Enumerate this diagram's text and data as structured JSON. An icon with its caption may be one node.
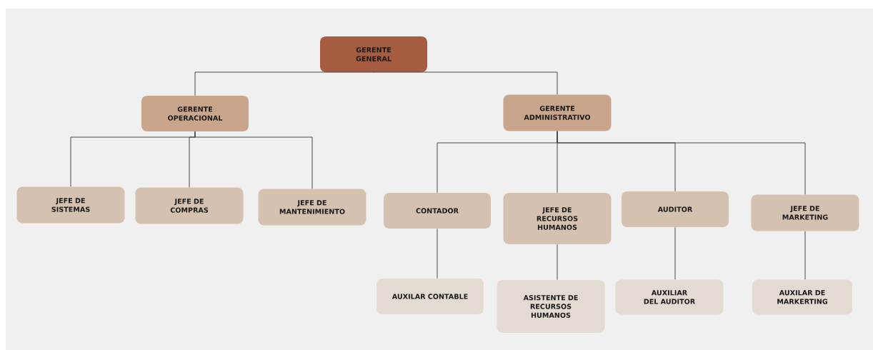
{
  "diagram": {
    "nodes": [
      {
        "text": [
          "GERENTE GENERAL"
        ]
      },
      {
        "text": [
          "GERENTE OPERACIONAL"
        ]
      },
      {
        "text": [
          "GERENTE ADMINISTRATIVO"
        ]
      },
      {
        "text": [
          "JEFE DE SISTEMAS"
        ]
      },
      {
        "text": [
          "JEFE DE COMPRAS"
        ]
      },
      {
        "text": [
          "JEFE DE MANTENIMIENTO"
        ]
      },
      {
        "text": [
          "CONTADOR"
        ]
      },
      {
        "text": [
          "JEFE DE RECURSOS HUMANOS"
        ]
      },
      {
        "text": [
          "AUDITOR"
        ]
      },
      {
        "text": [
          "JEFE DE MARKETING"
        ]
      },
      {
        "text": [
          "AUXILAR CONTABLE"
        ]
      },
      {
        "text": [
          "ASISTENTE DE RECURSOS HUMANOS"
        ]
      },
      {
        "text": [
          "AUXILIAR DEL AUDITOR"
        ]
      },
      {
        "text": [
          "AUXILAR DE MARKERTING"
        ]
      }
    ],
    "edges": [
      {
        "from": 0,
        "to": 1,
        "arrow": "none"
      },
      {
        "from": 0,
        "to": 2,
        "arrow": "none"
      },
      {
        "from": 1,
        "to": 3,
        "arrow": "none"
      },
      {
        "from": 1,
        "to": 4,
        "arrow": "none"
      },
      {
        "from": 1,
        "to": 5,
        "arrow": "none"
      },
      {
        "from": 2,
        "to": 6,
        "arrow": "none"
      },
      {
        "from": 2,
        "to": 7,
        "arrow": "none"
      },
      {
        "from": 2,
        "to": 8,
        "arrow": "none"
      },
      {
        "from": 2,
        "to": 9,
        "arrow": "none"
      },
      {
        "from": 6,
        "to": 10,
        "arrow": "none"
      },
      {
        "from": 7,
        "to": 11,
        "arrow": "none"
      },
      {
        "from": 8,
        "to": 12,
        "arrow": "none"
      },
      {
        "from": 9,
        "to": 13,
        "arrow": "none"
      }
    ]
  }
}
